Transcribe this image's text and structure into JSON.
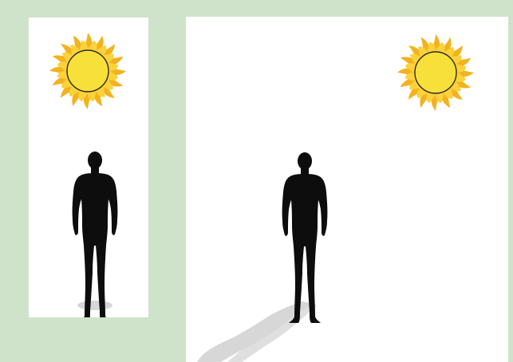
{
  "colors": {
    "frame_bg": "#cfe3cb",
    "panel_bg": "#ffffff",
    "sun_core": "#f7e03a",
    "sun_flame_outer": "#f3b21e",
    "sun_flame_inner": "#fbd23a",
    "sun_outline": "#2b2b2b",
    "silhouette": "#0d0d0d",
    "shadow": "#d7d7d7"
  },
  "scenes": [
    {
      "name": "noon-scene",
      "sun_position": "directly-overhead",
      "shadow": "short-under-feet"
    },
    {
      "name": "afternoon-scene",
      "sun_position": "upper-right",
      "shadow": "long-toward-lower-left"
    }
  ],
  "icons": {
    "sun": "sun-icon",
    "person": "person-silhouette-icon",
    "shadow": "shadow-shape"
  }
}
